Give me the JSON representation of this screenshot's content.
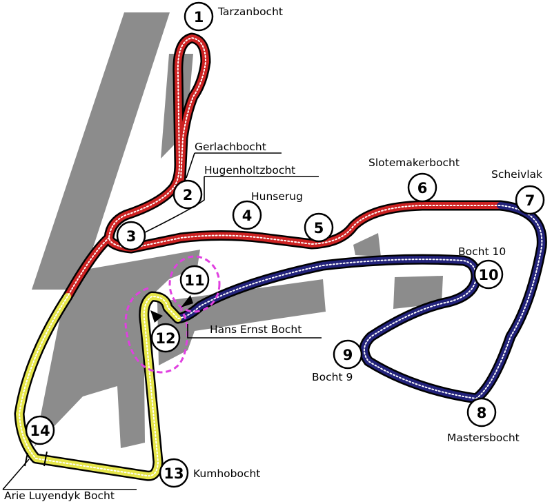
{
  "circuit": {
    "sector_colors": {
      "sector1": "#cc2222",
      "sector2": "#22227a",
      "sector3": "#e6e64a",
      "drs_zone": "#e040e0",
      "background_area": "#8c8c8c"
    },
    "corners": [
      {
        "number": "1",
        "name": "Tarzanbocht"
      },
      {
        "number": "2",
        "name": "Gerlachbocht"
      },
      {
        "number": "3",
        "name": "Hugenholtzbocht"
      },
      {
        "number": "4",
        "name": "Hunserug"
      },
      {
        "number": "5",
        "name": ""
      },
      {
        "number": "6",
        "name": "Slotemakerbocht"
      },
      {
        "number": "7",
        "name": "Scheivlak"
      },
      {
        "number": "8",
        "name": "Mastersbocht"
      },
      {
        "number": "9",
        "name": "Bocht 9"
      },
      {
        "number": "10",
        "name": "Bocht 10"
      },
      {
        "number": "11",
        "name": ""
      },
      {
        "number": "12",
        "name": "Hans Ernst Bocht"
      },
      {
        "number": "13",
        "name": "Kumhobocht"
      },
      {
        "number": "14",
        "name": "Arie Luyendyk Bocht"
      }
    ]
  }
}
